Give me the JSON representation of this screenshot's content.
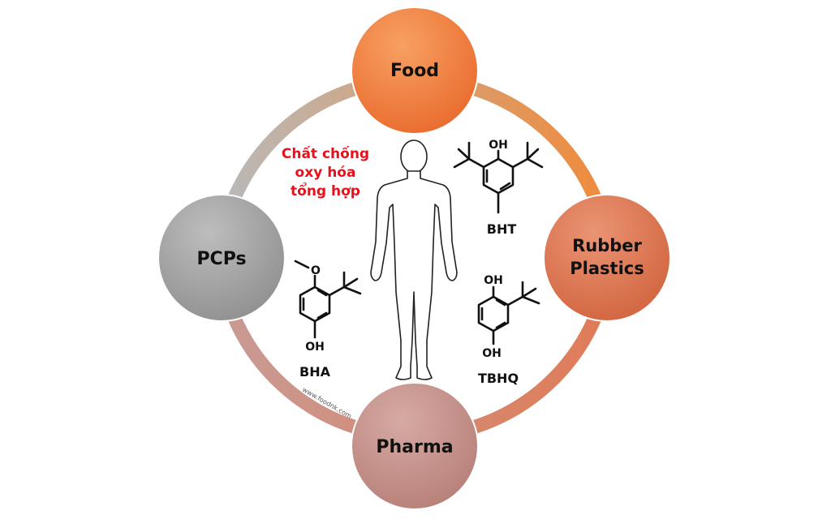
{
  "center_title": {
    "lines": [
      "Chất chống",
      "oxy hóa",
      "tổng hợp"
    ],
    "color": "#e8101a"
  },
  "nodes": {
    "food": {
      "label": "Food",
      "color": "#ee7431"
    },
    "rubber_plastics": {
      "lines": [
        "Rubber",
        "Plastics"
      ],
      "color": "#d9704a"
    },
    "pharma": {
      "label": "Pharma",
      "color": "#bf8a83"
    },
    "pcps": {
      "label": "PCPs",
      "color": "#9e9e9e"
    }
  },
  "compounds": {
    "bht": {
      "name": "BHT",
      "atoms": {
        "oh": "OH"
      }
    },
    "bha": {
      "name": "BHA",
      "atoms": {
        "o": "O",
        "oh": "OH"
      }
    },
    "tbhq": {
      "name": "TBHQ",
      "atoms": {
        "oh_top": "OH",
        "oh_bottom": "OH"
      }
    }
  },
  "watermark": "www.foodnk.com",
  "icons": {
    "figure": "human-body-icon"
  }
}
